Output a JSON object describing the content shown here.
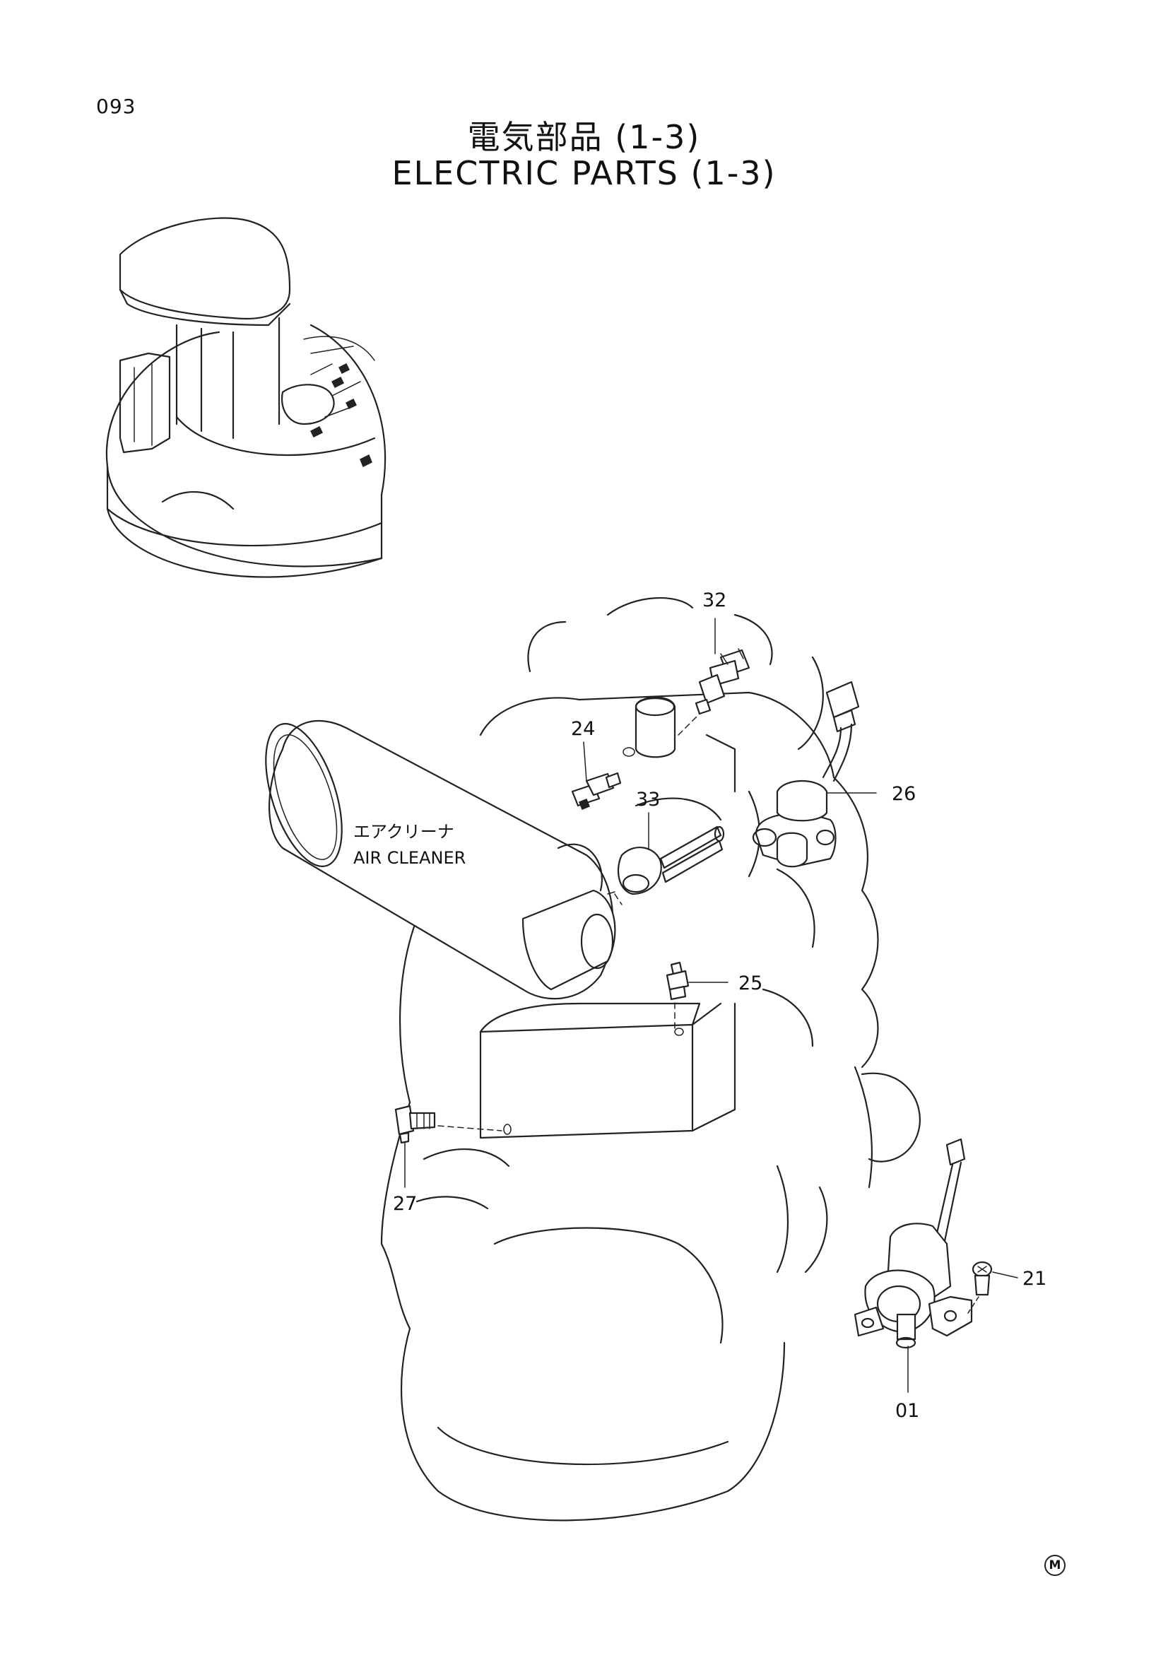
{
  "page_number": "093",
  "title_jp": "電気部品 (1-3)",
  "title_en": "ELECTRIC PARTS (1-3)",
  "air_cleaner": {
    "label_jp": "エアクリーナ",
    "label_en": "AIR CLEANER"
  },
  "callouts": {
    "c01": "01",
    "c21": "21",
    "c24": "24",
    "c25": "25",
    "c26": "26",
    "c27": "27",
    "c32": "32",
    "c33": "33"
  },
  "corner_mark": "M"
}
